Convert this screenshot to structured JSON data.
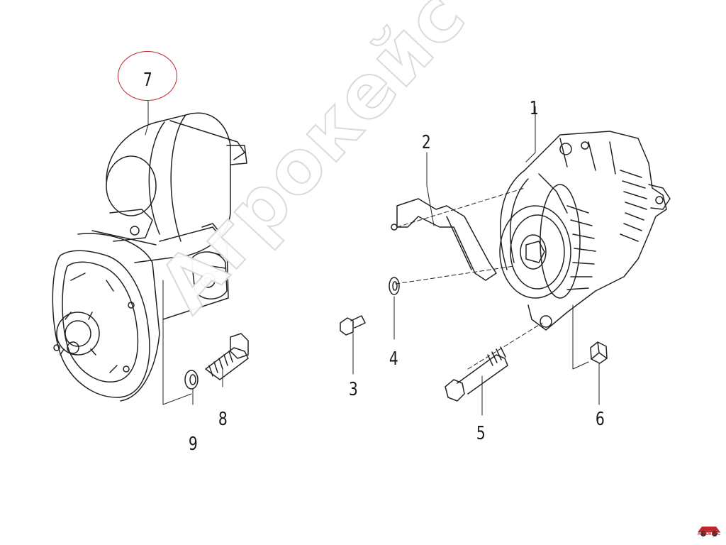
{
  "callouts": {
    "c1": "1",
    "c2": "2",
    "c3": "3",
    "c4": "4",
    "c5": "5",
    "c6": "6",
    "c7": "7",
    "c8": "8",
    "c9": "9"
  },
  "highlight_color": "#c0272d",
  "watermark": {
    "text": "Агрокейс"
  },
  "logo": {
    "name": "agrocase-logo",
    "text": "АГРОКЕЙС"
  }
}
